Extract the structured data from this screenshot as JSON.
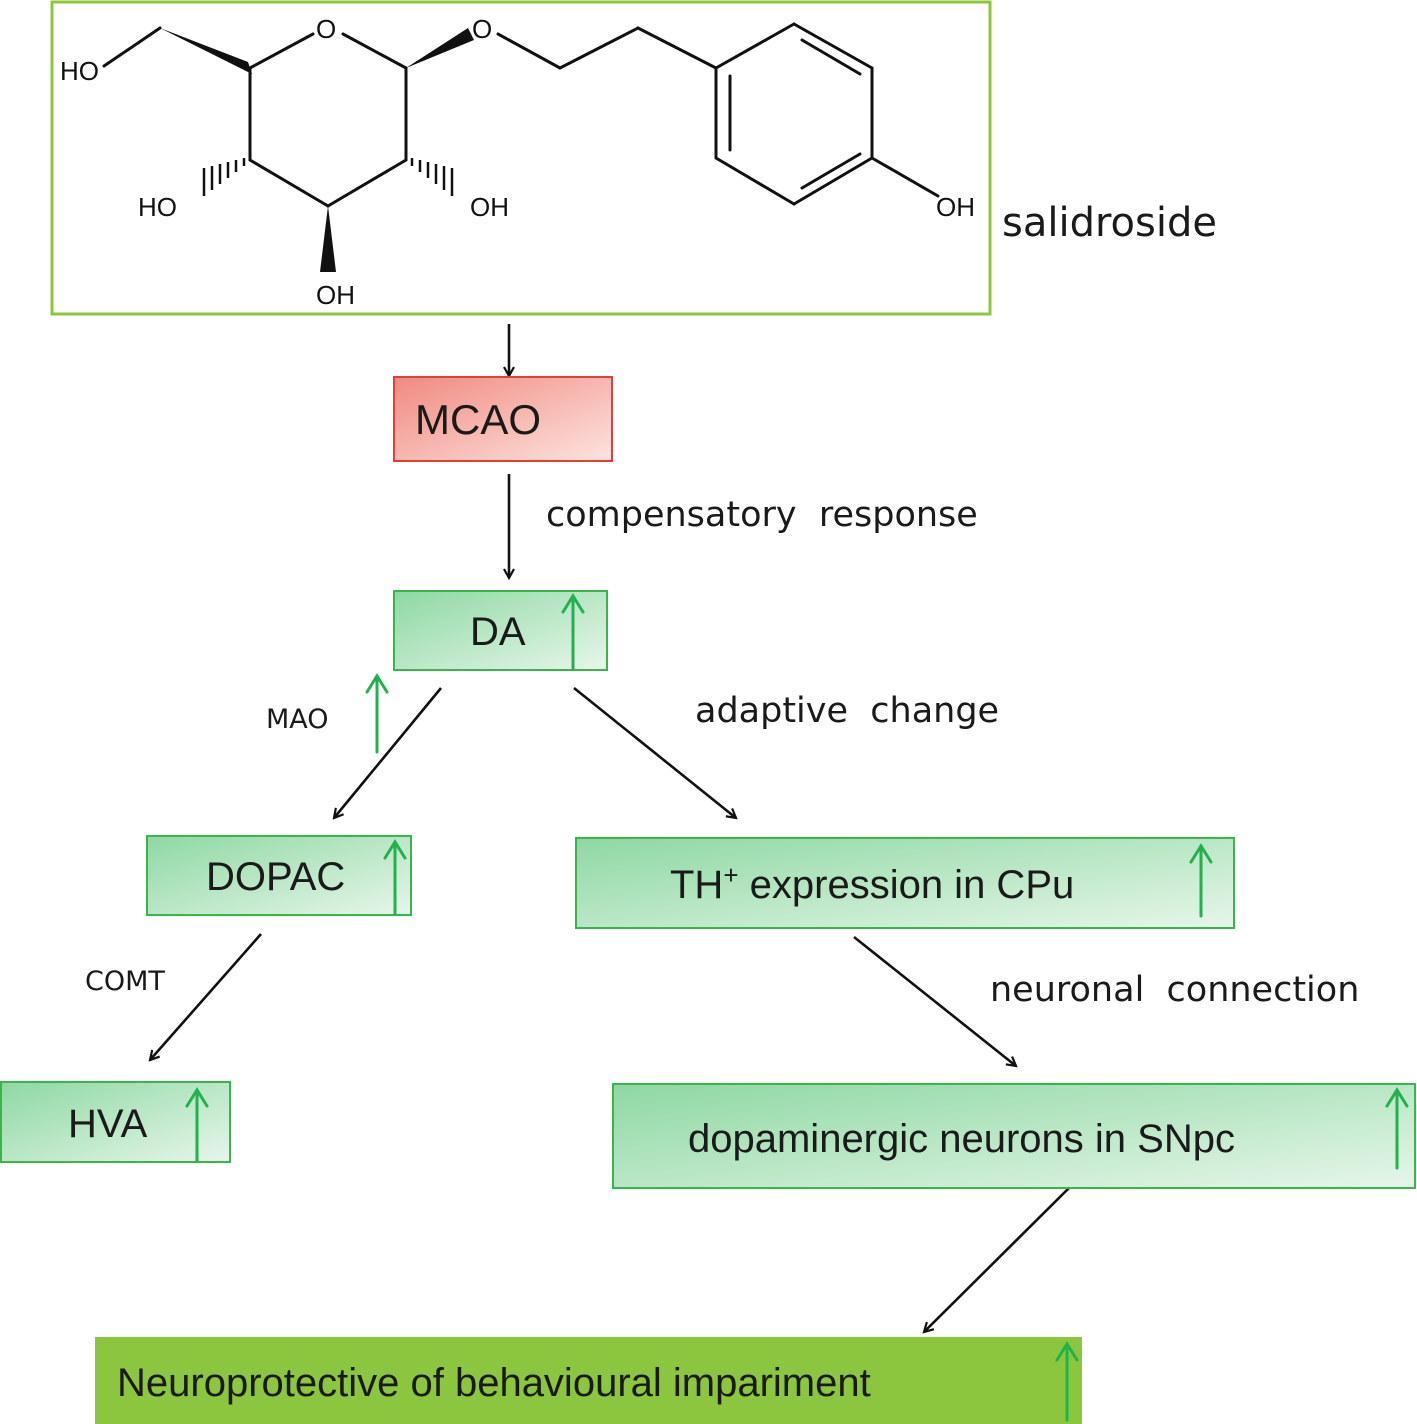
{
  "compound": {
    "name": "salidroside",
    "atoms": [
      "HO",
      "O",
      "O",
      "HO",
      "OH",
      "OH",
      "OH"
    ]
  },
  "nodes": {
    "mcao": "MCAO",
    "da": "DA",
    "dopac": "DOPAC",
    "hva": "HVA",
    "th_main": "TH",
    "th_sup": "+",
    "th_rest": " expression in CPu",
    "neurons": "dopaminergic neurons in SNpc",
    "neuro": "Neuroprotective of behavioural impariment"
  },
  "edges": {
    "compensatory": "compensatory  response",
    "adaptive": "adaptive  change",
    "mao": "MAO",
    "comt": "COMT",
    "neuronal": "neuronal  connection"
  },
  "colors": {
    "frame_green": "#8cc63f",
    "mcao_fill": "#f4a39a",
    "mcao_border": "#e0403a",
    "node_fill": "#a6dcb5",
    "node_border": "#39b54a",
    "increase_arrow": "#22b14c",
    "final_fill": "#8cc63f"
  }
}
